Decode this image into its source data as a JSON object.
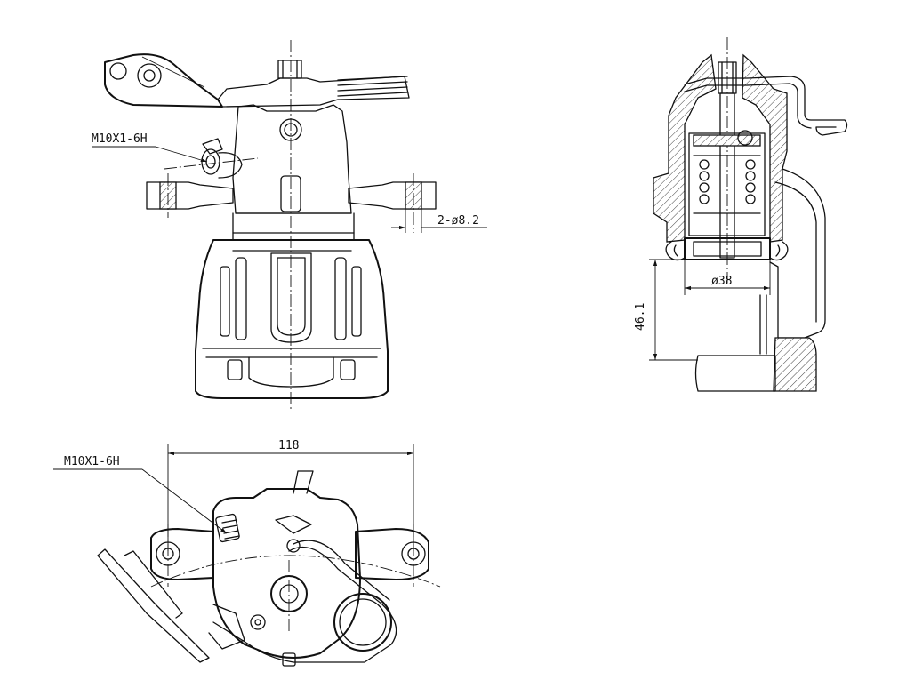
{
  "annotations": {
    "thread_top_view": "M10X1-6H",
    "thread_bottom_view": "M10X1-6H",
    "mounting_holes": "2-ø8.2",
    "piston_diameter": "ø38",
    "piston_depth": "46.1",
    "mount_span": "118"
  }
}
